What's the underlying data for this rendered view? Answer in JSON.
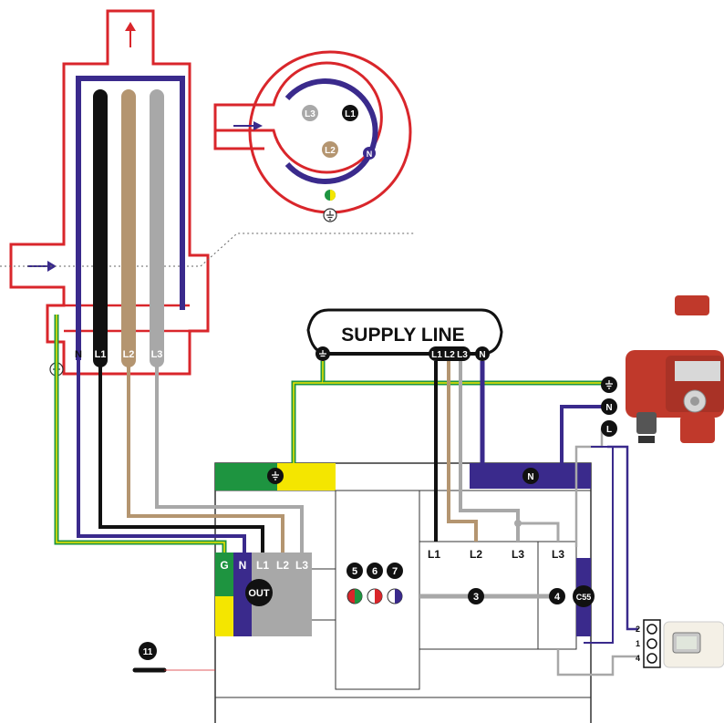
{
  "supply": {
    "title": "SUPPLY LINE",
    "l1": "L1",
    "l2": "L2",
    "l3": "L3",
    "n": "N"
  },
  "heater": {
    "n": "N",
    "l1": "L1",
    "l2": "L2",
    "l3": "L3"
  },
  "head": {
    "l1": "L1",
    "l2": "L2",
    "l3": "L3",
    "n": "N"
  },
  "pump_terminals": {
    "n": "N",
    "l": "L"
  },
  "controller": {
    "n_bar": "N",
    "g": "G",
    "n": "N",
    "l1": "L1",
    "l2": "L2",
    "l3": "L3",
    "out": "OUT",
    "n5": "5",
    "n6": "6",
    "n7": "7",
    "in_l1": "L1",
    "in_l2": "L2",
    "in_l3": "L3",
    "in_l3b": "L3",
    "n3": "3",
    "n4": "4",
    "c55": "C55",
    "n11": "11"
  },
  "sensor": {
    "t2": "2",
    "t1": "1",
    "t4": "4"
  },
  "colors": {
    "housing_red": "#d9262b",
    "neutral_purple": "#3a2a8c",
    "l1_black": "#111111",
    "l2_brown": "#b49570",
    "l3_grey": "#a8a8a8",
    "earth_green": "#1e9440",
    "earth_yellow": "#f4e600",
    "pump_red": "#c0392b"
  }
}
